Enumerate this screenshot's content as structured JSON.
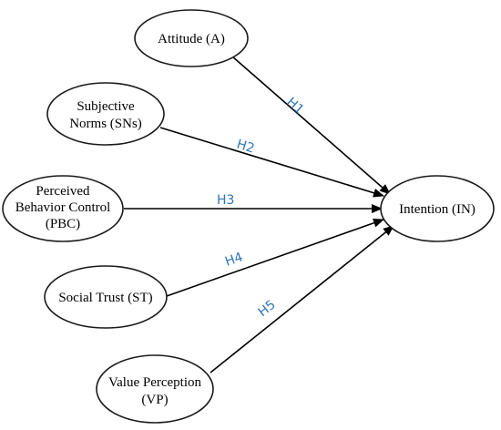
{
  "diagram": {
    "nodes": {
      "attitude": {
        "lines": [
          "Attitude (A)"
        ]
      },
      "subjective_norms": {
        "lines": [
          "Subjective",
          "Norms (SNs)"
        ]
      },
      "pbc": {
        "lines": [
          "Perceived",
          "Behavior Control",
          "(PBC)"
        ]
      },
      "social_trust": {
        "lines": [
          "Social Trust (ST)"
        ]
      },
      "value_perception": {
        "lines": [
          "Value Perception",
          "(VP)"
        ]
      },
      "intention": {
        "lines": [
          "Intention (IN)"
        ]
      }
    },
    "edges": [
      {
        "from": "attitude",
        "to": "intention",
        "label": "H1"
      },
      {
        "from": "subjective_norms",
        "to": "intention",
        "label": "H2"
      },
      {
        "from": "pbc",
        "to": "intention",
        "label": "H3"
      },
      {
        "from": "social_trust",
        "to": "intention",
        "label": "H4"
      },
      {
        "from": "value_perception",
        "to": "intention",
        "label": "H5"
      }
    ],
    "colors": {
      "hypothesis_label": "#2e75b6",
      "stroke": "#1a1a1a"
    }
  }
}
